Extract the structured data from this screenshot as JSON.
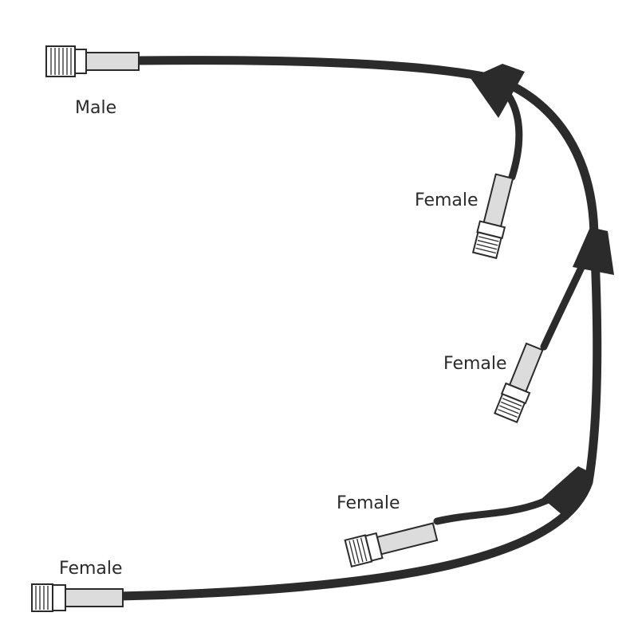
{
  "connectors": [
    {
      "id": "top",
      "label": "Male"
    },
    {
      "id": "branch-1",
      "label": "Female"
    },
    {
      "id": "branch-2",
      "label": "Female"
    },
    {
      "id": "branch-3",
      "label": "Female"
    },
    {
      "id": "bottom",
      "label": "Female"
    }
  ],
  "colors": {
    "cable": "#2b2b2b",
    "sleeve": "#dcdcdc",
    "background": "#ffffff"
  }
}
